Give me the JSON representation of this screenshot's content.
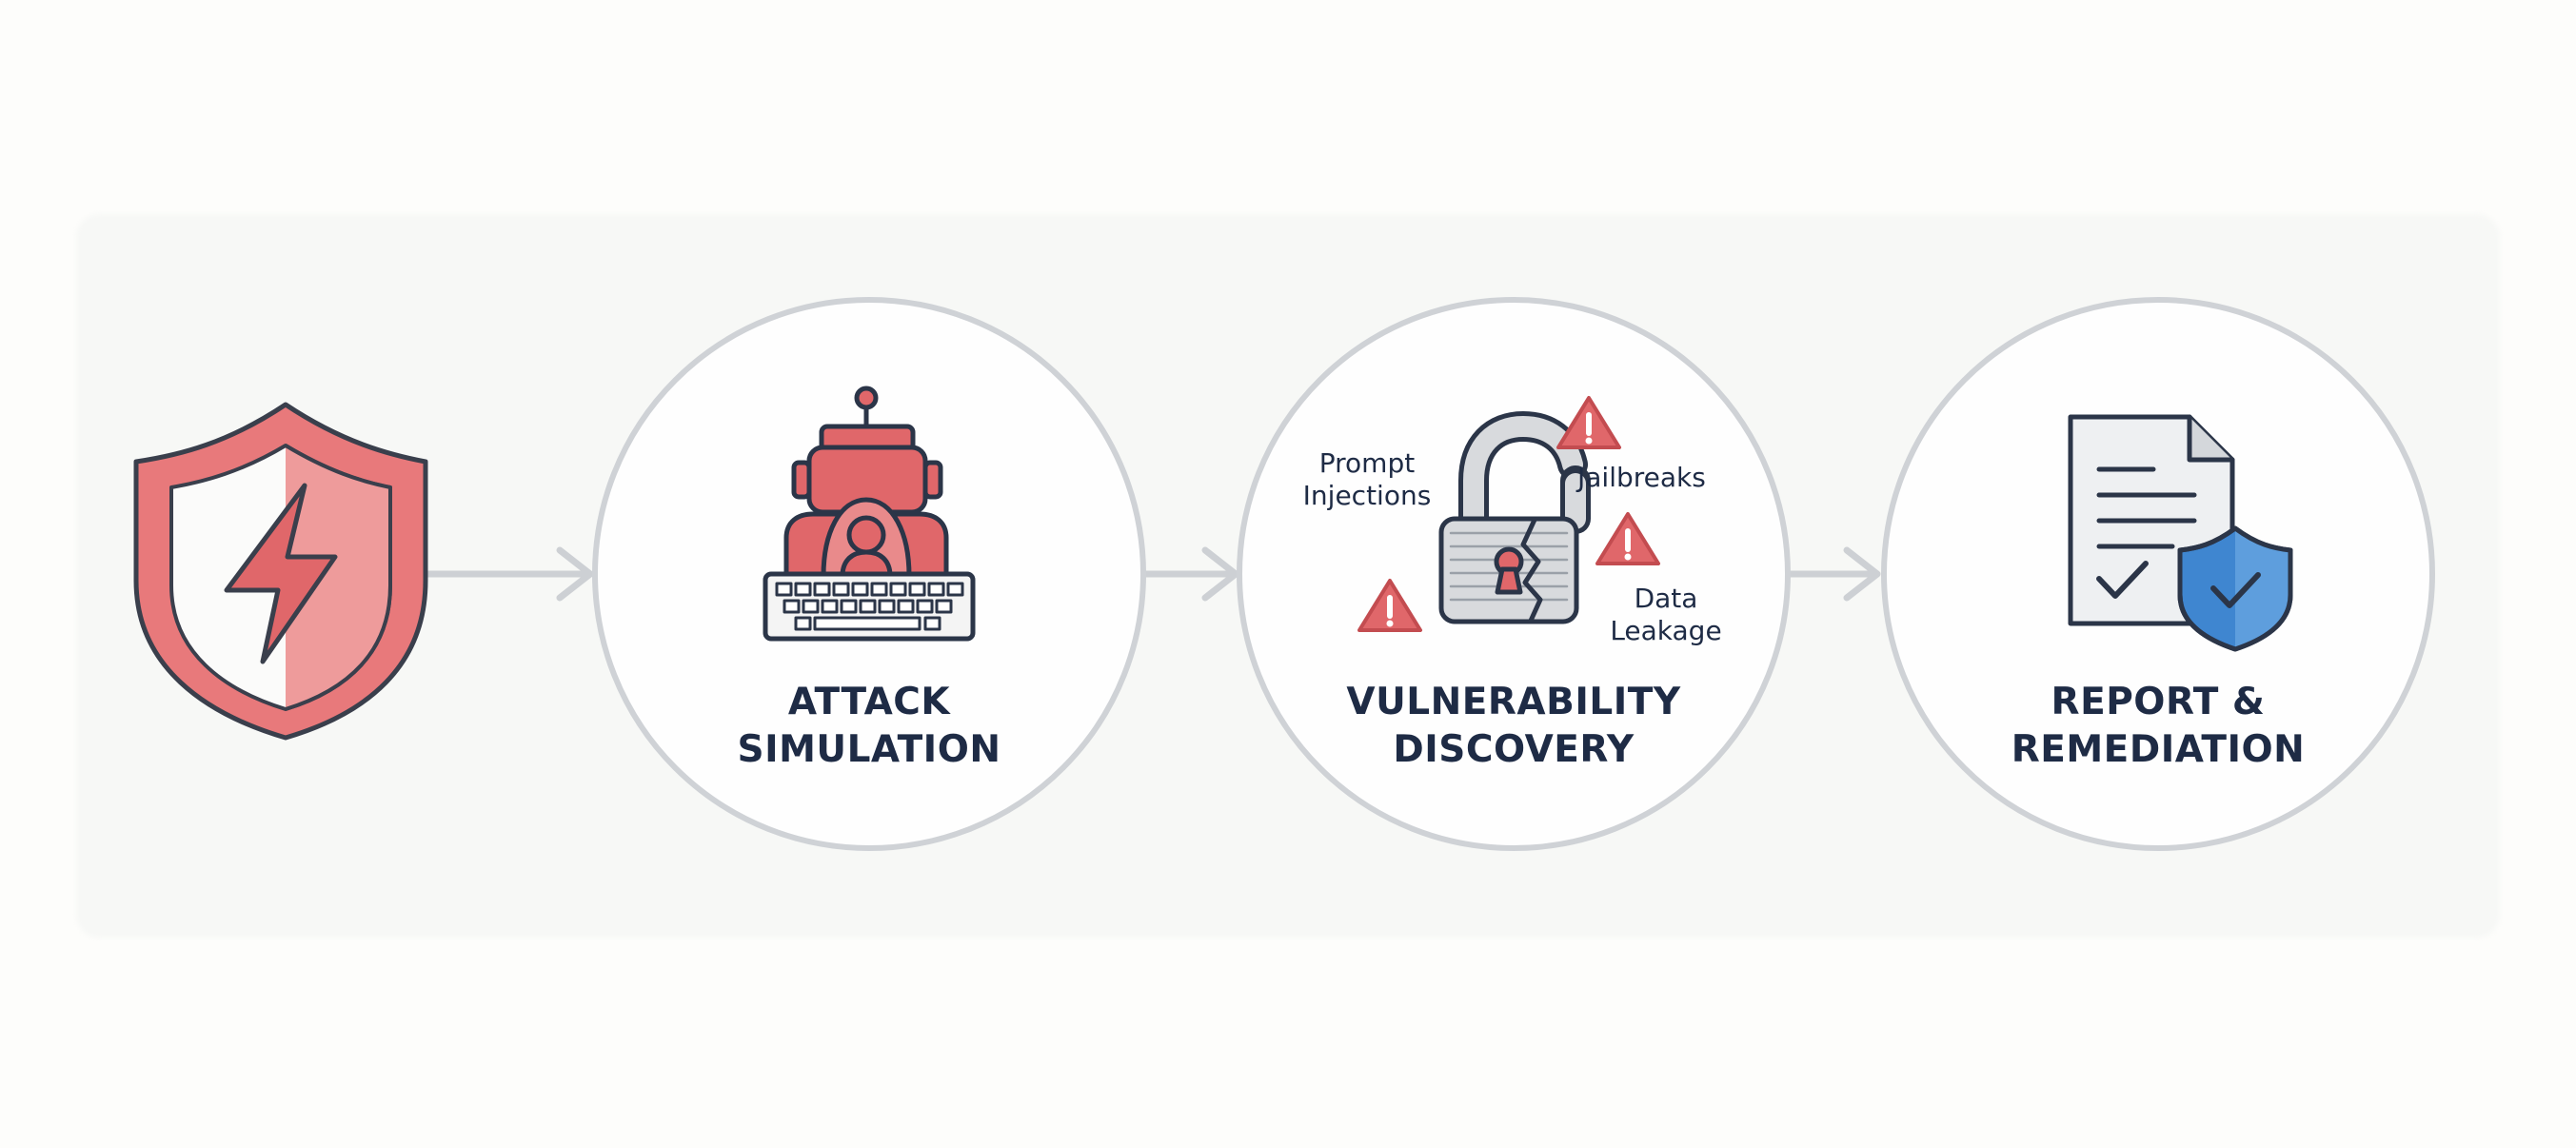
{
  "stages": [
    {
      "id": "shield",
      "icon": "lightning-shield-icon"
    },
    {
      "id": "attack",
      "icon": "robot-hacker-icon",
      "label_line1": "ATTACK",
      "label_line2": "SIMULATION"
    },
    {
      "id": "vuln",
      "icon": "broken-padlock-icon",
      "label_line1": "VULNERABILITY",
      "label_line2": "DISCOVERY",
      "tags": {
        "prompt_line1": "Prompt",
        "prompt_line2": "Injections",
        "jailbreaks": "Jailbreaks",
        "data_line1": "Data",
        "data_line2": "Leakage"
      }
    },
    {
      "id": "report",
      "icon": "report-shield-check-icon",
      "label_line1": "REPORT &",
      "label_line2": "REMEDIATION"
    }
  ],
  "colors": {
    "red_fill": "#e0676a",
    "red_light": "#f08f8f",
    "navy": "#2b3548",
    "gray_circle": "#cfd2d6",
    "blue": "#3f86d0",
    "lock_gray": "#d8dadd"
  }
}
